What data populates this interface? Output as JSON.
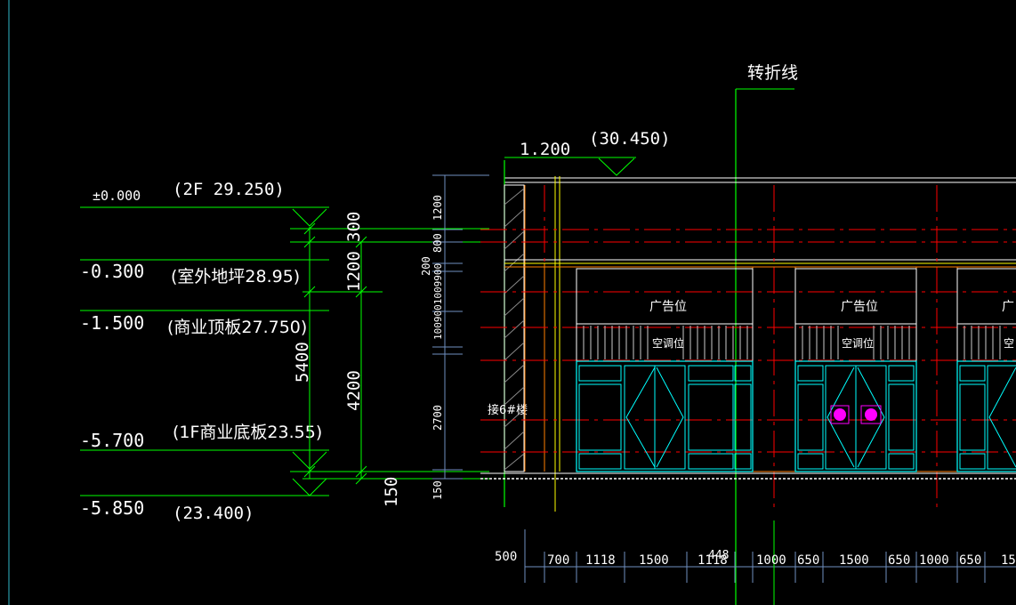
{
  "labels": {
    "break_line": "转折线",
    "roof_elev": "1.200",
    "roof_abs": "(30.450)",
    "zero_elev": "±0.000",
    "zero_abs": "(2F 29.250)",
    "outdoor_elev": "-0.300",
    "outdoor_abs": "(室外地坪28.95)",
    "comm_top_elev": "-1.500",
    "comm_top_abs": "(商业顶板27.750)",
    "floor1_elev": "-5.700",
    "floor1_abs": "(1F商业底板23.55)",
    "bottom_elev": "-5.850",
    "bottom_abs": "(23.400)",
    "dim_300": "300",
    "dim_1200_left": "1200",
    "dim_5400": "5400",
    "dim_4200": "4200",
    "dim_150_left": "150",
    "dim_1200_right": "1200",
    "dim_800": "800",
    "dim_200": "200",
    "dim_stack": "1009001009900",
    "dim_2700": "2700",
    "dim_150_right": "150",
    "building_label": "接6#楼",
    "ad_space_1": "广告位",
    "ad_space_2": "广告位",
    "ad_space_3": "广",
    "ac_space_1": "空调位",
    "ac_space_2": "空调位",
    "ac_space_3": "空",
    "bottom_dim_500": "500",
    "bottom_dims": [
      "700",
      "1118",
      "1500",
      "1118",
      "448",
      "1000",
      "650",
      "1500",
      "650",
      "1000",
      "650",
      "15"
    ]
  },
  "colors": {
    "green": "#00ff00",
    "yellow": "#ffff00",
    "cyan": "#00ffff",
    "red": "#ff0000",
    "white": "#ffffff",
    "orange": "#ff8000",
    "magenta": "#ff00ff",
    "steel": "#6f8fc0"
  }
}
